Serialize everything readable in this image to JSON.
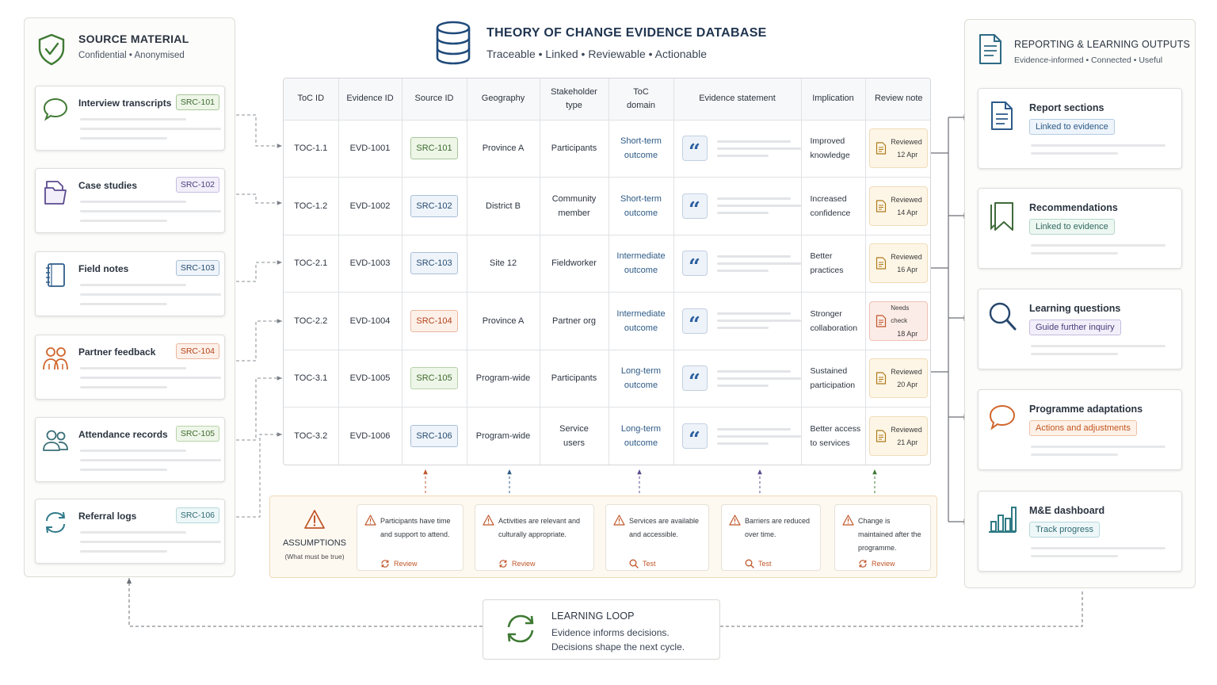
{
  "header": {
    "title": "THEORY OF CHANGE EVIDENCE DATABASE",
    "subtitle": "Traceable • Linked • Reviewable • Actionable",
    "icon": "database-icon"
  },
  "source_panel": {
    "title": "SOURCE MATERIAL",
    "subtitle": "Confidential • Anonymised",
    "icon": "shield-check-icon",
    "items": [
      {
        "label": "Interview transcripts",
        "badge": "SRC-101",
        "icon": "speech-bubble-icon",
        "color": "#3f7a34"
      },
      {
        "label": "Case studies",
        "badge": "SRC-102",
        "icon": "folder-icon",
        "color": "#5b4a8f"
      },
      {
        "label": "Field notes",
        "badge": "SRC-103",
        "icon": "notebook-icon",
        "color": "#2f5d8a"
      },
      {
        "label": "Partner feedback",
        "badge": "SRC-104",
        "icon": "people-icon",
        "color": "#d0652b"
      },
      {
        "label": "Attendance records",
        "badge": "SRC-105",
        "icon": "users-icon",
        "color": "#3b6f78"
      },
      {
        "label": "Referral logs",
        "badge": "SRC-106",
        "icon": "refresh-arrows-icon",
        "color": "#2f7a8a"
      }
    ]
  },
  "table": {
    "headers": [
      "ToC ID",
      "Evidence ID",
      "Source ID",
      "Geography",
      "Stakeholder type",
      "ToC domain",
      "Evidence statement",
      "Implication",
      "Review note"
    ],
    "rows": [
      {
        "toc": "TOC-1.1",
        "evd": "EVD-1001",
        "src": "SRC-101",
        "geo": "Province A",
        "stake": "Participants",
        "domain": "Short-term outcome",
        "impl": "Improved knowledge",
        "review_status": "Reviewed",
        "review_date": "12 Apr",
        "needs_check": false
      },
      {
        "toc": "TOC-1.2",
        "evd": "EVD-1002",
        "src": "SRC-102",
        "geo": "District B",
        "stake": "Community member",
        "domain": "Short-term outcome",
        "impl": "Increased confidence",
        "review_status": "Reviewed",
        "review_date": "14 Apr",
        "needs_check": false
      },
      {
        "toc": "TOC-2.1",
        "evd": "EVD-1003",
        "src": "SRC-103",
        "geo": "Site 12",
        "stake": "Fieldworker",
        "domain": "Intermediate outcome",
        "impl": "Better practices",
        "review_status": "Reviewed",
        "review_date": "16 Apr",
        "needs_check": false
      },
      {
        "toc": "TOC-2.2",
        "evd": "EVD-1004",
        "src": "SRC-104",
        "geo": "Province A",
        "stake": "Partner org",
        "domain": "Intermediate outcome",
        "impl": "Stronger collaboration",
        "review_status": "Needs check",
        "review_date": "18 Apr",
        "needs_check": true
      },
      {
        "toc": "TOC-3.1",
        "evd": "EVD-1005",
        "src": "SRC-105",
        "geo": "Program-wide",
        "stake": "Participants",
        "domain": "Long-term outcome",
        "impl": "Sustained participation",
        "review_status": "Reviewed",
        "review_date": "20 Apr",
        "needs_check": false
      },
      {
        "toc": "TOC-3.2",
        "evd": "EVD-1006",
        "src": "SRC-106",
        "geo": "Program-wide",
        "stake": "Service users",
        "domain": "Long-term outcome",
        "impl": "Better access to services",
        "review_status": "Reviewed",
        "review_date": "21 Apr",
        "needs_check": false
      }
    ]
  },
  "assumptions": {
    "title": "ASSUMPTIONS",
    "subtitle": "(What must be true)",
    "icon": "warning-icon",
    "items": [
      {
        "text": "Participants have time and support to attend.",
        "action": "Review",
        "action_icon": "refresh-icon"
      },
      {
        "text": "Activities are relevant and culturally appropriate.",
        "action": "Review",
        "action_icon": "refresh-icon"
      },
      {
        "text": "Services are available and accessible.",
        "action": "Test",
        "action_icon": "magnifier-icon"
      },
      {
        "text": "Barriers are reduced over time.",
        "action": "Test",
        "action_icon": "magnifier-icon"
      },
      {
        "text": "Change is maintained after the programme.",
        "action": "Review",
        "action_icon": "refresh-icon"
      }
    ]
  },
  "outputs_panel": {
    "title": "REPORTING & LEARNING OUTPUTS",
    "subtitle": "Evidence-informed • Connected • Useful",
    "icon": "document-icon",
    "items": [
      {
        "label": "Report sections",
        "badge": "Linked to evidence",
        "icon": "document-icon",
        "color": "#2d5a8a"
      },
      {
        "label": "Recommendations",
        "badge": "Linked to evidence",
        "icon": "bookmark-icon",
        "color": "#3f6a3a"
      },
      {
        "label": "Learning questions",
        "badge": "Guide further inquiry",
        "icon": "magnifier-icon",
        "color": "#27466d"
      },
      {
        "label": "Programme adaptations",
        "badge": "Actions and adjustments",
        "icon": "speech-bubble-icon",
        "color": "#d0652b"
      },
      {
        "label": "M&E dashboard",
        "badge": "Track progress",
        "icon": "bar-chart-icon",
        "color": "#2e7a84"
      }
    ]
  },
  "learning_loop": {
    "title": "LEARNING LOOP",
    "line1": "Evidence informs decisions.",
    "line2": "Decisions shape the next cycle.",
    "icon": "cycle-arrows-icon"
  },
  "colors": {
    "navy": "#1f3450",
    "accent_blue": "#2b5fa0",
    "orange": "#d0652b",
    "green": "#3f7a34",
    "review_bg": "#fdf6e7",
    "needs_check_bg": "#fcece7"
  }
}
